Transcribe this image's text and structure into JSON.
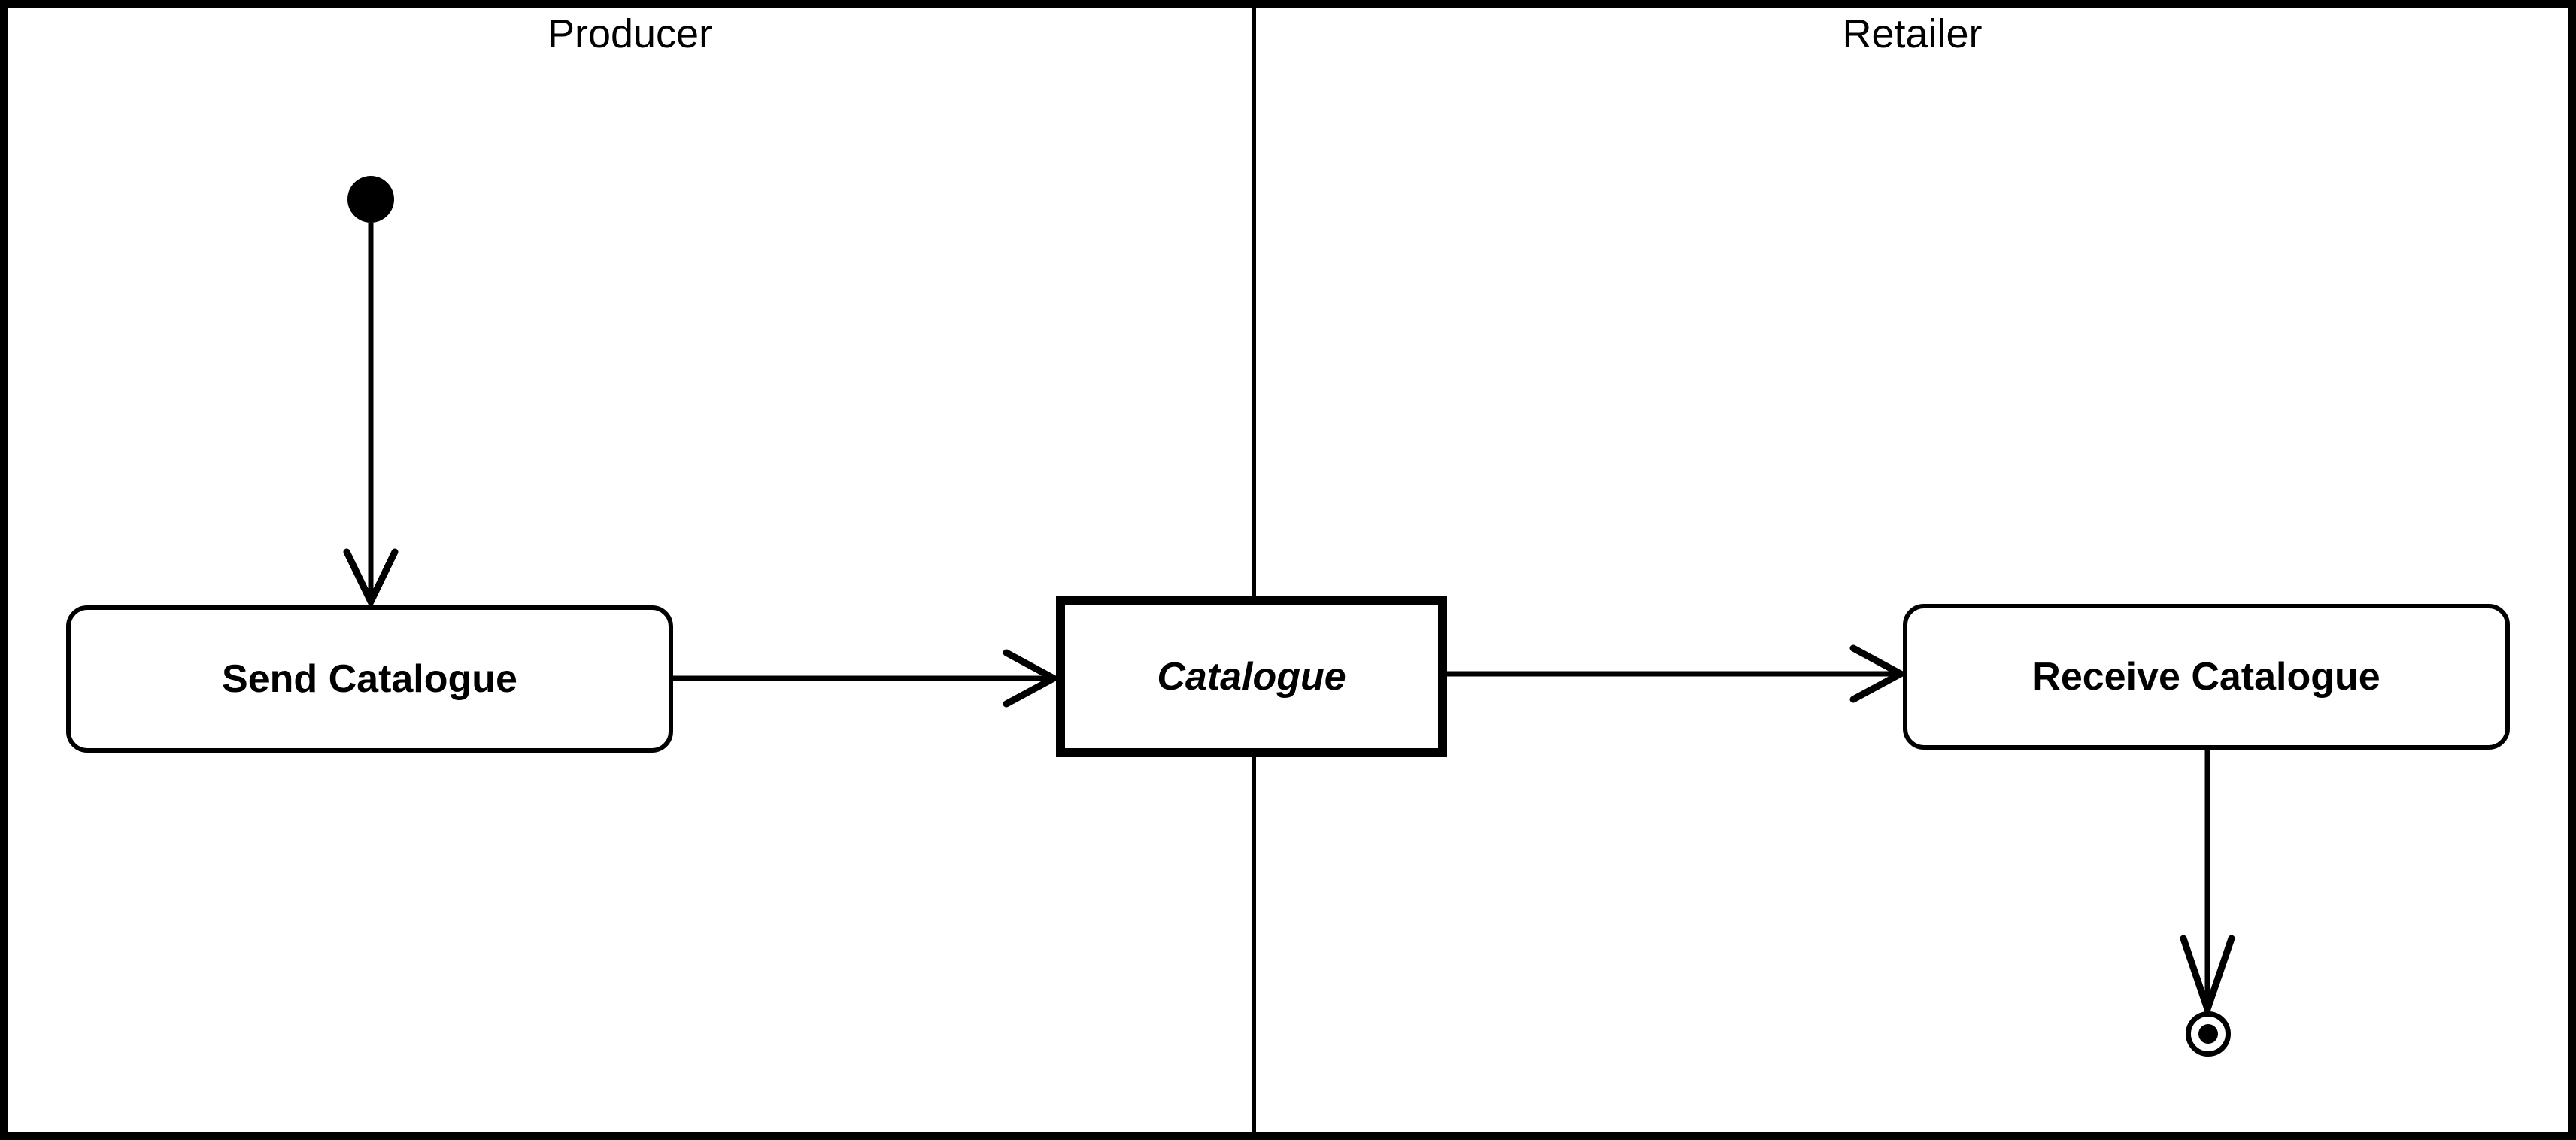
{
  "diagram": {
    "type": "uml-activity-diagram",
    "title": "",
    "background_color": "#ffffff",
    "line_color": "#000000",
    "frame": {
      "border_width": 10
    }
  },
  "lanes": [
    {
      "id": "producer",
      "label": "Producer"
    },
    {
      "id": "retailer",
      "label": "Retailer"
    }
  ],
  "nodes": {
    "initial": {
      "kind": "initial-node",
      "label": ""
    },
    "send_catalogue": {
      "kind": "activity",
      "label": "Send Catalogue"
    },
    "catalogue_object": {
      "kind": "object-node",
      "label": "Catalogue"
    },
    "receive_catalogue": {
      "kind": "activity",
      "label": "Receive Catalogue"
    },
    "final": {
      "kind": "activity-final-node",
      "label": ""
    }
  },
  "edges": [
    {
      "from": "initial",
      "to": "send_catalogue",
      "label": ""
    },
    {
      "from": "send_catalogue",
      "to": "catalogue_object",
      "label": ""
    },
    {
      "from": "catalogue_object",
      "to": "receive_catalogue",
      "label": ""
    },
    {
      "from": "receive_catalogue",
      "to": "final",
      "label": ""
    }
  ]
}
